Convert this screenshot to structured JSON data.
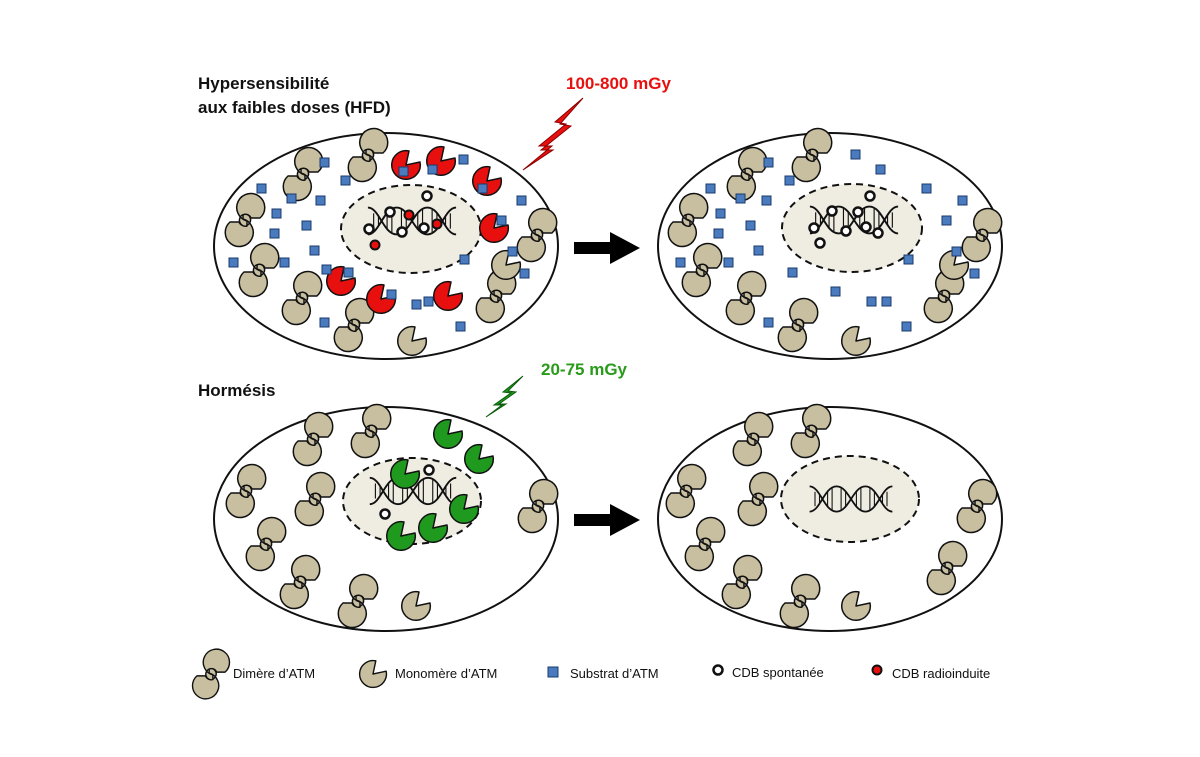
{
  "panels": {
    "hfd": {
      "title_line1": "Hypersensibilité",
      "title_line2": "aux faibles doses (HFD)",
      "dose": "100-800 mGy",
      "dose_color": "#e8100e"
    },
    "hormesis": {
      "title": "Hormésis",
      "dose": "20-75 mGy",
      "dose_color": "#2a9a1a"
    }
  },
  "legend": {
    "dimer": "Dimère d’ATM",
    "monomer": "Monomère d’ATM",
    "substrate": "Substrat d’ATM",
    "spontaneous_dsb": "CDB spontanée",
    "radioinduced_dsb": "CDB radioinduite"
  },
  "colors": {
    "atm": "#c8bfa0",
    "nucleus": "#efede2",
    "substrate": "#4a7bbf",
    "active_red": "#e8100e",
    "active_green": "#1f9a1f",
    "dsb_red": "#e8100e"
  }
}
